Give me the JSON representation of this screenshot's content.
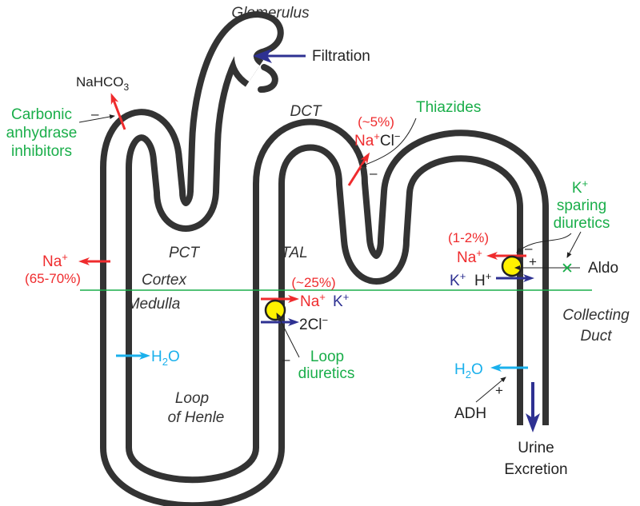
{
  "structures": {
    "glomerulus": "Glomerulus",
    "dct": "DCT",
    "pct": "PCT",
    "tal": "TAL",
    "cortex": "Cortex",
    "medulla": "Medulla",
    "loop_of_henle": [
      "Loop",
      "of Henle"
    ],
    "collecting_duct": [
      "Collecting",
      "Duct"
    ]
  },
  "processes": {
    "filtration": "Filtration",
    "urine_excretion": [
      "Urine",
      "Excretion"
    ]
  },
  "ions": {
    "nahco3": {
      "main": "NaHCO",
      "sub": "3"
    },
    "pct_na": {
      "main": "Na",
      "sup": "+"
    },
    "pct_pct": "(65-70%)",
    "dct_pct": "(~5%)",
    "dct_na": {
      "main": "Na",
      "sup": "+"
    },
    "dct_cl": {
      "main": "Cl",
      "sup": "−"
    },
    "tal_pct": "(~25%)",
    "tal_na": {
      "main": "Na",
      "sup": "+"
    },
    "tal_k": {
      "main": "K",
      "sup": "+"
    },
    "tal_cl": {
      "main": "2Cl",
      "sup": "−"
    },
    "cd_pct": "(1-2%)",
    "cd_na": {
      "main": "Na",
      "sup": "+"
    },
    "cd_k": {
      "main": "K",
      "sup": "+"
    },
    "cd_h": {
      "main": "H",
      "sup": "+"
    },
    "h2o_loop": {
      "main": "H",
      "sub": "2",
      "end": "O"
    },
    "h2o_cd": {
      "main": "H",
      "sub": "2",
      "end": "O"
    }
  },
  "drugs": {
    "carbonic": [
      "Carbonic",
      "anhydrase",
      "inhibitors"
    ],
    "thiazides": "Thiazides",
    "k_sparing": [
      "K",
      "+",
      "sparing",
      "diuretics"
    ],
    "loop": [
      "Loop",
      "diuretics"
    ]
  },
  "hormones": {
    "aldo": "Aldo",
    "adh": "ADH"
  },
  "signs": {
    "minus": "–",
    "plus": "+"
  },
  "colors": {
    "tubule": "#333333",
    "reabsorption": "#ef2b2d",
    "drug": "#1aae4a",
    "flow": "#2e3192",
    "water": "#1ab0ec",
    "transporter": "#fff200"
  }
}
